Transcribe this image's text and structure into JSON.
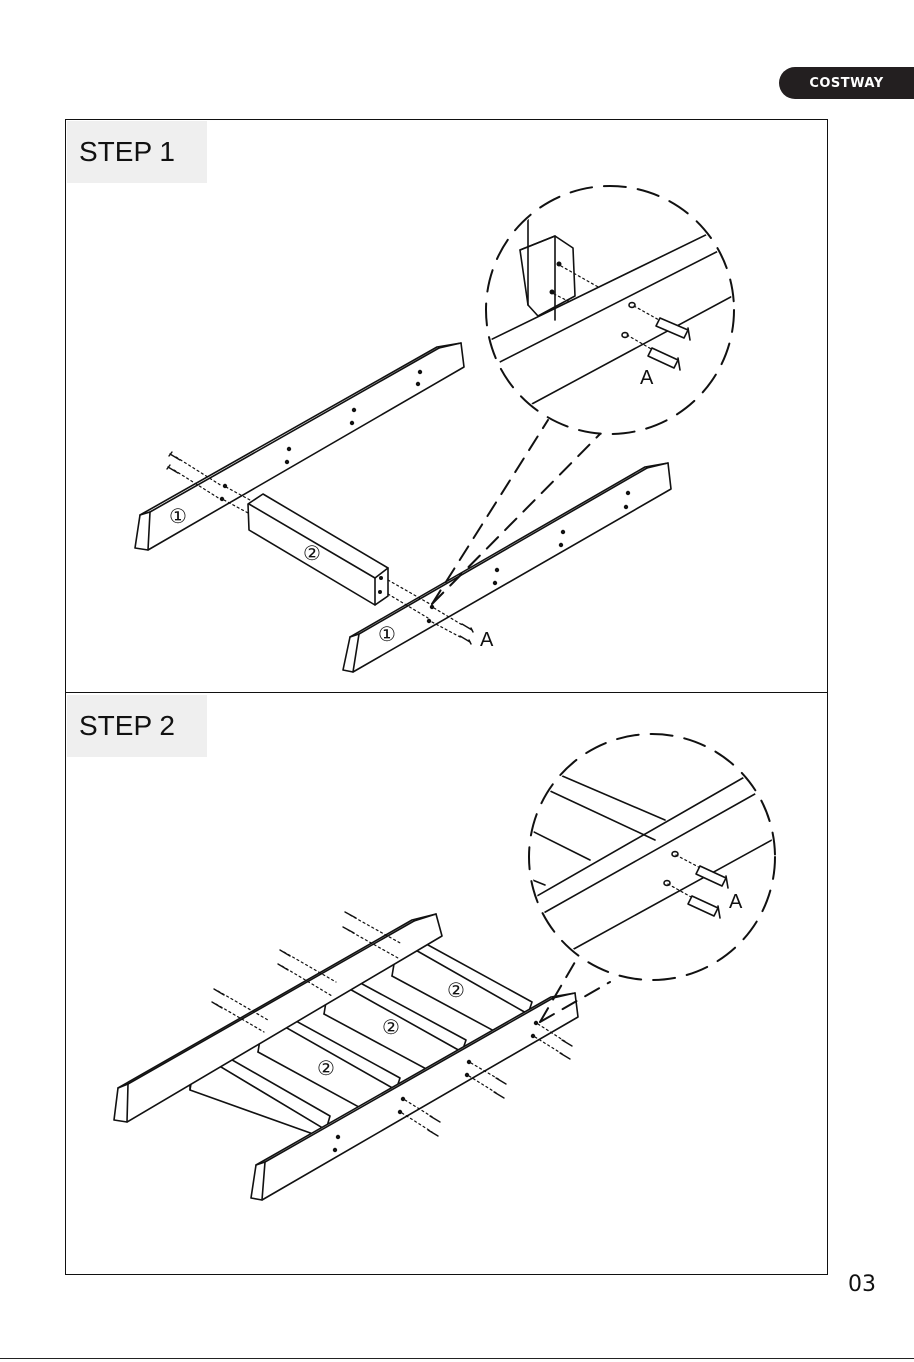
{
  "brand": "COSTWAY",
  "steps": [
    {
      "label": "STEP 1",
      "callouts": {
        "part_left_rail": "①",
        "part_rung": "②",
        "part_right_rail": "①",
        "screw_main": "A",
        "screw_zoom": "A"
      }
    },
    {
      "label": "STEP 2",
      "callouts": {
        "rung_top": "②",
        "rung_mid": "②",
        "rung_bottom": "②",
        "screw_zoom": "A"
      }
    }
  ],
  "page_number": "03"
}
